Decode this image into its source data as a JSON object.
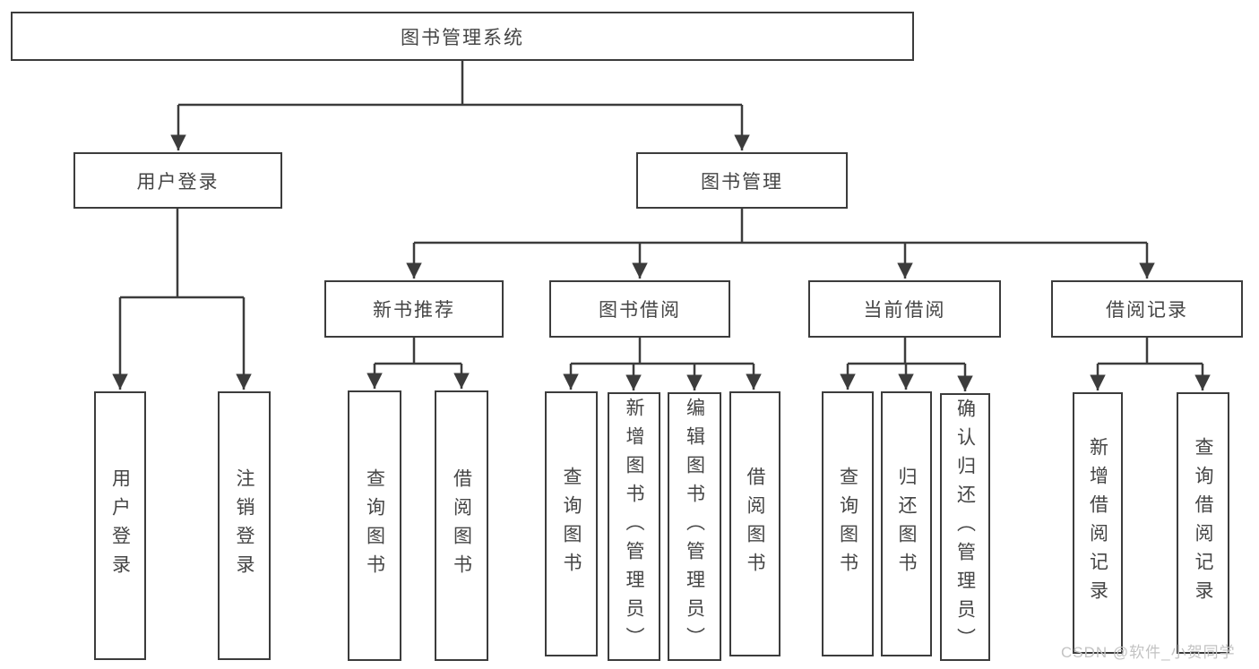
{
  "diagram": {
    "root": {
      "label": "图书管理系统"
    },
    "branches": [
      {
        "label": "用户登录",
        "children": [
          {
            "label": "用户登录"
          },
          {
            "label": "注销登录"
          }
        ]
      },
      {
        "label": "图书管理",
        "children": [
          {
            "label": "新书推荐",
            "children": [
              {
                "label": "查询图书"
              },
              {
                "label": "借阅图书"
              }
            ]
          },
          {
            "label": "图书借阅",
            "children": [
              {
                "label": "查询图书"
              },
              {
                "label": "新增图书（管理员）"
              },
              {
                "label": "编辑图书（管理员）"
              },
              {
                "label": "借阅图书"
              }
            ]
          },
          {
            "label": "当前借阅",
            "children": [
              {
                "label": "查询图书"
              },
              {
                "label": "归还图书"
              },
              {
                "label": "确认归还（管理员）"
              }
            ]
          },
          {
            "label": "借阅记录",
            "children": [
              {
                "label": "新增借阅记录"
              },
              {
                "label": "查询借阅记录"
              }
            ]
          }
        ]
      }
    ]
  },
  "watermark": {
    "text": "CSDN @软件_小贺同学"
  },
  "colors": {
    "line": "#3c3c3c",
    "text": "#454545",
    "watermark": "#c3c3c3",
    "background": "#ffffff"
  }
}
